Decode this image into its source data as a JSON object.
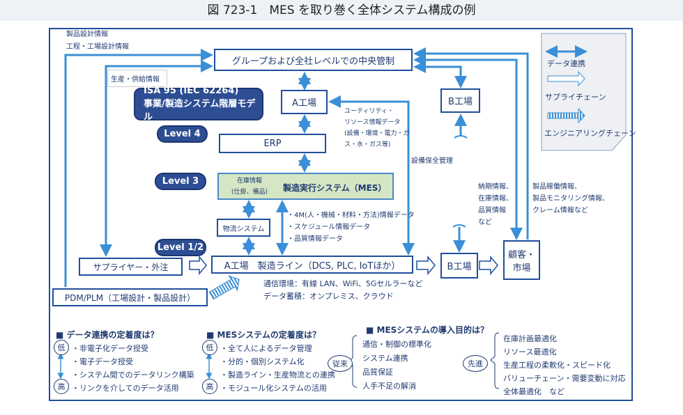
{
  "title": "図 723-1　MES を取り巻く全体システム構成の例",
  "colors": {
    "frame": "#1f4e9c",
    "arrow": "#3a8fd6",
    "pill": "#2e4e94",
    "mes": "#d4e6c4",
    "legend": "#eef0f4"
  },
  "diagram": {
    "design_info_1": "製品設計情報",
    "design_info_2": "工程・工場設計情報",
    "central": "グループおよび全社レベルでの中央管制",
    "production_supply": "生産・供給情報",
    "isa_1": "ISA 95 (IEC 62264)",
    "isa_2": "事業/製造システム階層モデル",
    "level4": "Level 4",
    "level3": "Level 3",
    "level12": "Level 1/2",
    "plant_a": "A工場",
    "erp": "ERP",
    "mes_inv_1": "在庫情報",
    "mes_inv_2": "(仕掛、備品)",
    "mes": "製造実行システム（MES）",
    "logistics": "物流システム",
    "data_4m": "・4M(人・機械・材料・方法)情報データ",
    "data_schedule": "・スケジュール情報データ",
    "data_quality": "・品質情報データ",
    "utility": [
      "ユーティリティ・",
      "リソース情報データ",
      "(設備・環境・電力・ガ",
      "ス・水・ガス等)"
    ],
    "maintenance": "設備保全管理",
    "supplier": "サプライヤー・外注",
    "line": "A工場　製造ライン（DCS, PLC, IoTほか）",
    "comm": "通信環境：有線 LAN、WiFi、5Gセルラーなど",
    "storage": "データ蓄積：オンプレミス、クラウド",
    "pdm": "PDM/PLM（工場設計・製品設計）",
    "plant_b_top": "B工場",
    "plant_b_bottom": "B工場",
    "customer_1": "顧客・",
    "customer_2": "市場",
    "delivery": [
      "納期情報、",
      "在庫情報、",
      "品質情報",
      "など"
    ],
    "product": [
      "製品稼働情報、",
      "製品モニタリング情報、",
      "クレーム情報など"
    ]
  },
  "legend": {
    "data_link": "データ連携",
    "supply_chain": "サプライチェーン",
    "engineering_chain": "エンジニアリングチェーン"
  },
  "sections": [
    {
      "heading": "■ データ連携の定着度は？",
      "low": "低",
      "high": "高",
      "items": [
        "・非電子化データ授受",
        "・電子データ授受",
        "・システム間でのデータリンク構築",
        "・リンクを介してのデータ活用"
      ]
    },
    {
      "heading": "■ MESシステムの定着度は？",
      "low": "低",
      "high": "高",
      "items": [
        "・全て人によるデータ管理",
        "・分的・個別システム化",
        "・製造ライン・生産物流との連携",
        "・モジュール化システムの活用"
      ]
    },
    {
      "heading": "■ MESシステムの導入目的は？",
      "conventional": "従来",
      "advanced": "先進",
      "conventional_items": [
        "通信・制御の標準化",
        "システム連携",
        "品質保証",
        "人手不足の解消"
      ],
      "advanced_items": [
        "在庫計画最適化",
        "リソース最適化",
        "生産工程の柔軟化・スピード化",
        "バリューチェーン・需要変動に対応",
        "全体最適化　など"
      ]
    }
  ]
}
